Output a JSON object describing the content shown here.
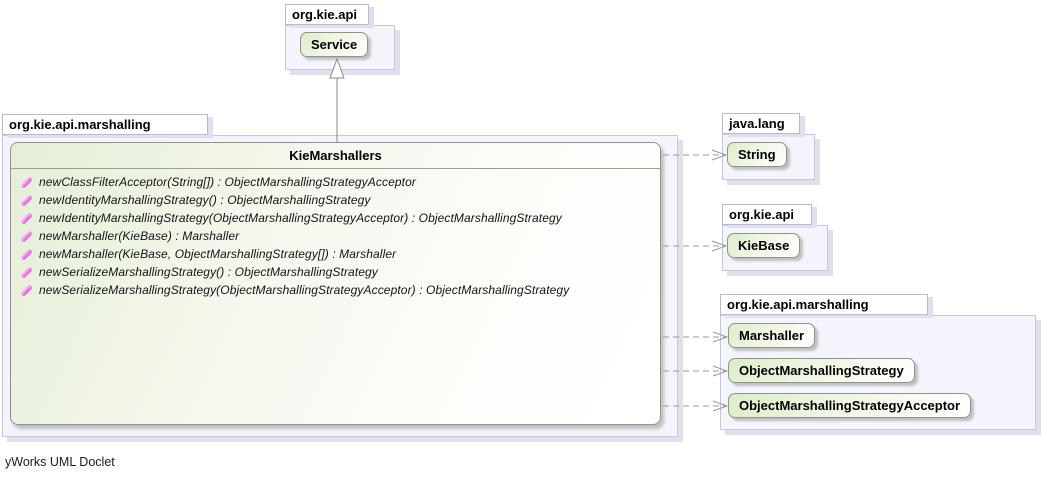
{
  "footer_label": "yWorks UML Doclet",
  "packages": {
    "top": {
      "label": "org.kie.api",
      "classes": [
        "Service"
      ]
    },
    "main": {
      "label": "org.kie.api.marshalling",
      "class_name": "KieMarshallers",
      "methods": [
        "newClassFilterAcceptor(String[]) : ObjectMarshallingStrategyAcceptor",
        "newIdentityMarshallingStrategy() : ObjectMarshallingStrategy",
        "newIdentityMarshallingStrategy(ObjectMarshallingStrategyAcceptor) : ObjectMarshallingStrategy",
        "newMarshaller(KieBase) : Marshaller",
        "newMarshaller(KieBase, ObjectMarshallingStrategy[]) : Marshaller",
        "newSerializeMarshallingStrategy() : ObjectMarshallingStrategy",
        "newSerializeMarshallingStrategy(ObjectMarshallingStrategyAcceptor) : ObjectMarshallingStrategy"
      ]
    },
    "java_lang": {
      "label": "java.lang",
      "classes": [
        "String"
      ]
    },
    "org_kie_api": {
      "label": "org.kie.api",
      "classes": [
        "KieBase"
      ]
    },
    "marshalling_right": {
      "label": "org.kie.api.marshalling",
      "classes": [
        "Marshaller",
        "ObjectMarshallingStrategy",
        "ObjectMarshallingStrategyAcceptor"
      ]
    }
  },
  "relations": {
    "generalization": {
      "from": "KieMarshallers",
      "to": "Service",
      "style": "solid-hollow-triangle"
    },
    "dependencies": [
      {
        "from": "KieMarshallers",
        "to": "String"
      },
      {
        "from": "KieMarshallers",
        "to": "KieBase"
      },
      {
        "from": "KieMarshallers",
        "to": "Marshaller"
      },
      {
        "from": "KieMarshallers",
        "to": "ObjectMarshallingStrategy"
      },
      {
        "from": "KieMarshallers",
        "to": "ObjectMarshallingStrategyAcceptor"
      }
    ]
  },
  "colors": {
    "class_fill_green": "#dcedc8",
    "package_fill": "#f4f4fc",
    "method_icon_pink": "#ee7de9",
    "node_border": "#8f948a",
    "edge_grey": "#999999"
  }
}
